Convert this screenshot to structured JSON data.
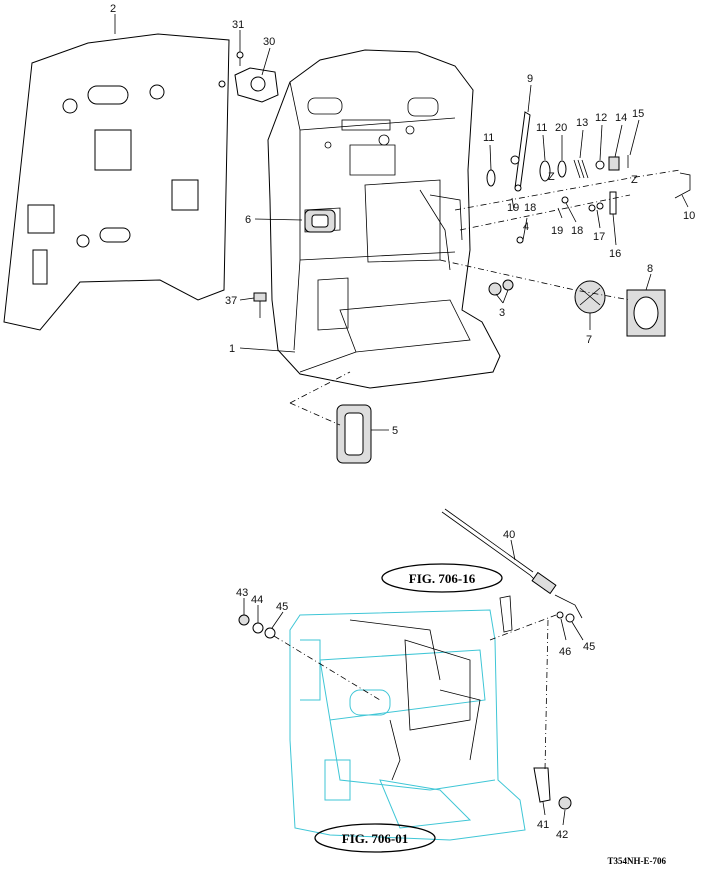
{
  "figure_code": "T354NH-E-706",
  "references": {
    "fig_706_16": "FIG. 706-16",
    "fig_706_01": "FIG. 706-01"
  },
  "callouts": [
    "1",
    "2",
    "3",
    "4",
    "5",
    "6",
    "7",
    "8",
    "9",
    "10",
    "11",
    "11",
    "12",
    "13",
    "14",
    "15",
    "16",
    "17",
    "18",
    "18",
    "19",
    "19",
    "20",
    "30",
    "31",
    "37",
    "40",
    "41",
    "42",
    "43",
    "44",
    "45",
    "45",
    "46",
    "Z",
    "Z"
  ],
  "colors": {
    "line": "#000000",
    "reference_outline": "#3fc6d6"
  }
}
